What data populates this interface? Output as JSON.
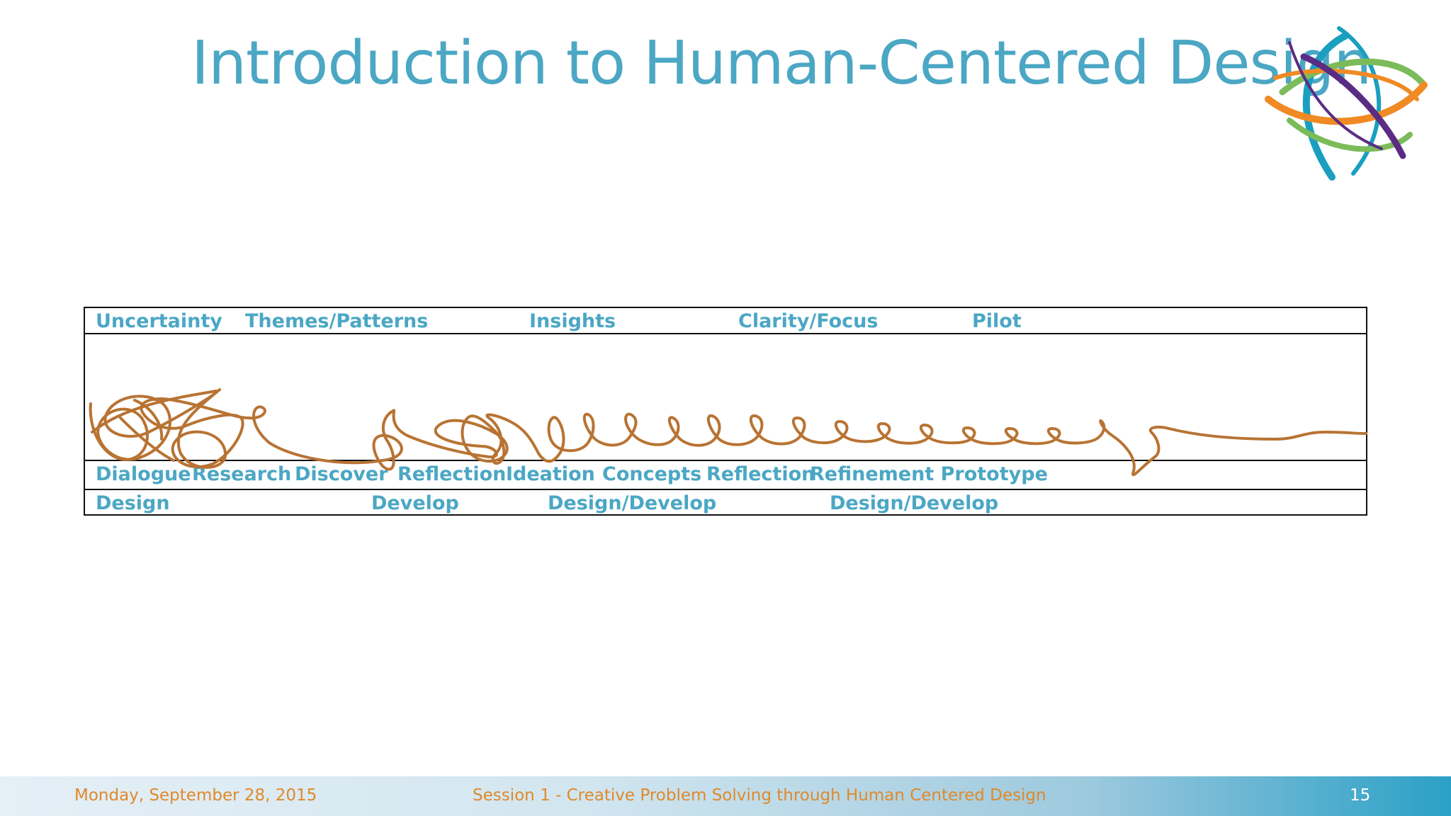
{
  "slide": {
    "title": "Introduction to Human-Centered Design"
  },
  "table": {
    "row1": [
      "Uncertainty",
      "Themes/Patterns",
      "Insights",
      "Clarity/Focus",
      "Pilot"
    ],
    "row3": [
      "Dialogue",
      "Research",
      "Discover",
      "Reflection",
      "Ideation",
      "Concepts",
      "Reflection",
      "Refinement Prototype"
    ],
    "row4": [
      "Design",
      "Develop",
      "Design/Develop",
      "Design/Develop"
    ]
  },
  "footer": {
    "date": "Monday, September 28, 2015",
    "session": "Session 1 - Creative Problem Solving through Human Centered  Design",
    "page_number": "15"
  },
  "colors": {
    "title": "#4BA7C4",
    "footer_text": "#E0892A",
    "ink": "#B87333",
    "logo_teal": "#1A9FC0",
    "logo_green": "#7CBB5A",
    "logo_orange": "#F08A24",
    "logo_purple": "#5B2C83"
  }
}
